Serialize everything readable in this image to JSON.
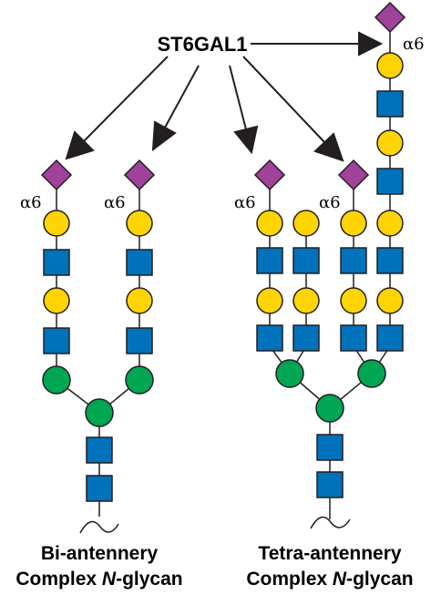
{
  "enzyme_label": "ST6GAL1",
  "linkage_label": "α6",
  "left_caption": {
    "line1": "Bi-antennery",
    "line2_prefix": "Complex ",
    "line2_italic": "N",
    "line2_suffix": "-glycan"
  },
  "right_caption": {
    "line1": "Tetra-antennery",
    "line2_prefix": "Complex ",
    "line2_italic": "N",
    "line2_suffix": "-glycan"
  },
  "colors": {
    "sialic_acid": "#a0419a",
    "galactose": "#ffd400",
    "glcnac": "#0072bc",
    "mannose": "#00a651",
    "outline": "#231f20"
  }
}
